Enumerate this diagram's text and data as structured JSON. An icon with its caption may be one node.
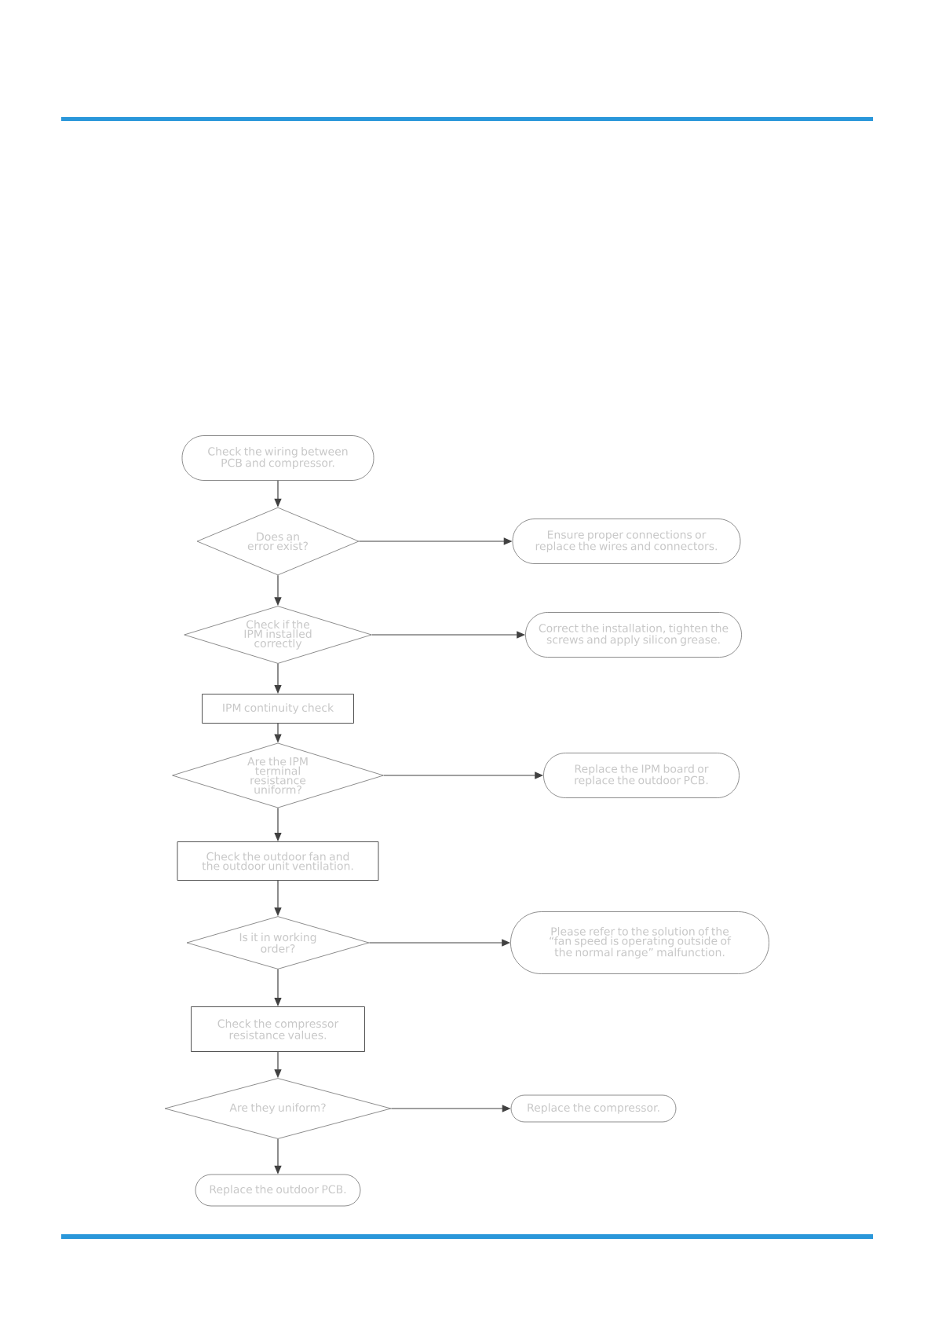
{
  "diagram": {
    "nodes": [
      {
        "text": [
          "Check the wiring between PCB and compressor."
        ]
      },
      {
        "text": [
          "Does an error exist?"
        ]
      },
      {
        "text": [
          "Ensure proper connections or replace the wires and connectors."
        ]
      },
      {
        "text": [
          "Check if the IPM installed correctly"
        ]
      },
      {
        "text": [
          "Correct the installation, tighten the screws and apply silicon grease."
        ]
      },
      {
        "text": [
          "IPM continuity check"
        ]
      },
      {
        "text": [
          "Are the IPM terminal resistance uniform?"
        ]
      },
      {
        "text": [
          "Replace the IPM board or replace the outdoor PCB."
        ]
      },
      {
        "text": [
          "Check the outdoor fan and the outdoor unit ventilation."
        ]
      },
      {
        "text": [
          "Is it in working order?"
        ]
      },
      {
        "text": [
          "Please refer to the solution of the “fan speed is operating outside of the normal range” malfunction."
        ]
      },
      {
        "text": [
          "Check the compressor resistance values."
        ]
      },
      {
        "text": [
          "Are they uniform?"
        ]
      },
      {
        "text": [
          "Replace the compressor."
        ]
      },
      {
        "text": [
          "Replace the outdoor PCB."
        ]
      }
    ],
    "edges": [
      {
        "from": 0,
        "to": 1,
        "arrow": "to"
      },
      {
        "from": 1,
        "to": 2,
        "arrow": "to"
      },
      {
        "from": 1,
        "to": 3,
        "arrow": "to"
      },
      {
        "from": 3,
        "to": 4,
        "arrow": "to"
      },
      {
        "from": 3,
        "to": 5,
        "arrow": "to"
      },
      {
        "from": 5,
        "to": 6,
        "arrow": "to"
      },
      {
        "from": 6,
        "to": 7,
        "arrow": "to"
      },
      {
        "from": 6,
        "to": 8,
        "arrow": "to"
      },
      {
        "from": 8,
        "to": 9,
        "arrow": "to"
      },
      {
        "from": 9,
        "to": 10,
        "arrow": "to"
      },
      {
        "from": 9,
        "to": 11,
        "arrow": "to"
      },
      {
        "from": 11,
        "to": 12,
        "arrow": "to"
      },
      {
        "from": 12,
        "to": 13,
        "arrow": "to"
      },
      {
        "from": 12,
        "to": 14,
        "arrow": "to"
      }
    ]
  }
}
